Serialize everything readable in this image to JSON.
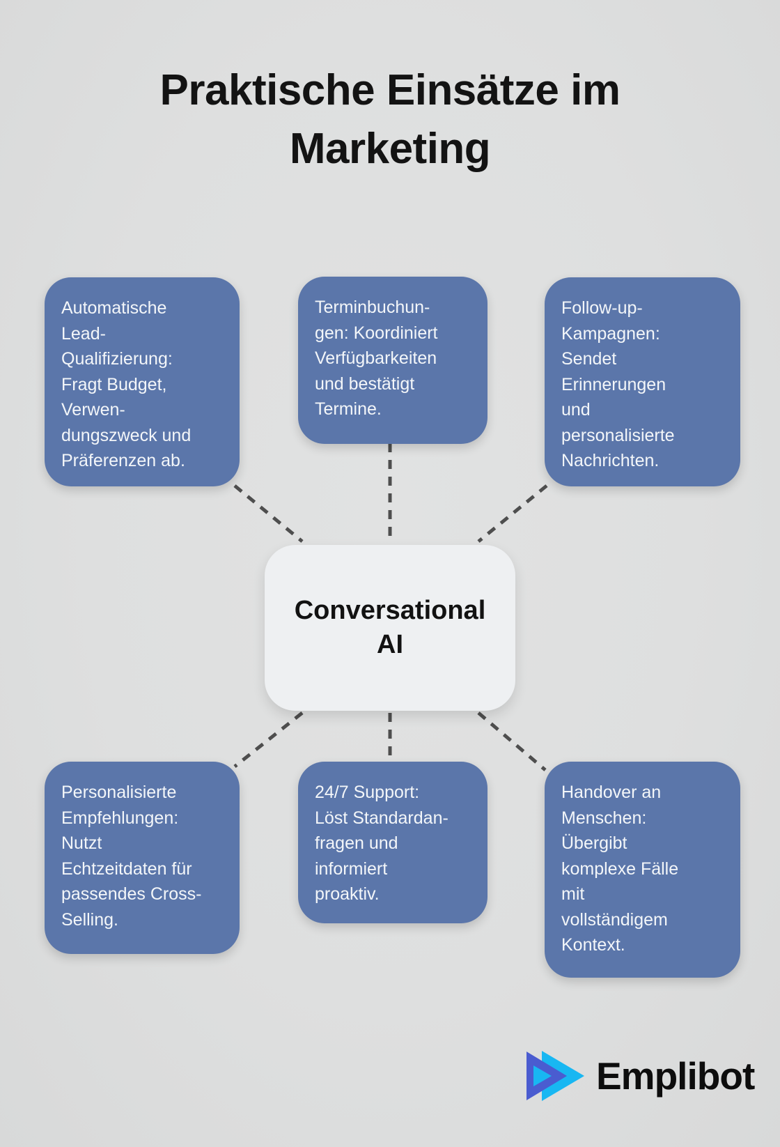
{
  "title": {
    "line1": "Praktische Einsätze im",
    "line2": "Marketing"
  },
  "center": {
    "line1": "Conversational",
    "line2": "AI"
  },
  "boxes": {
    "top_left": {
      "lines": [
        "Automatische",
        "Lead-",
        "Qualifizierung:",
        "Fragt Budget,",
        "Verwen-",
        "dungszweck und",
        "Präferenzen ab."
      ]
    },
    "top_middle": {
      "lines": [
        "Terminbuchun-",
        "gen: Koordiniert",
        "Verfügbarkeiten",
        "und bestätigt",
        "Termine."
      ]
    },
    "top_right": {
      "lines": [
        "Follow-up-",
        "Kampagnen:",
        "Sendet",
        "Erinnerungen",
        "und",
        "personalisierte",
        "Nachrichten."
      ]
    },
    "bottom_left": {
      "lines": [
        "Personalisierte",
        "Empfehlungen:",
        "Nutzt",
        "Echtzeitdaten für",
        "passendes Cross-",
        "Selling."
      ]
    },
    "bottom_middle": {
      "lines": [
        "24/7 Support:",
        "Löst Standardan-",
        "fragen und",
        "informiert",
        "proaktiv."
      ]
    },
    "bottom_right": {
      "lines": [
        "Handover an",
        "Menschen:",
        "Übergibt",
        "komplexe Fälle",
        "mit",
        "vollständigem",
        "Kontext."
      ]
    }
  },
  "logo": {
    "brand": "Emplibot"
  },
  "colors": {
    "background": "#dedfdf",
    "node_blue": "#5b76aa",
    "node_text": "#f3f6f9",
    "center_box": "#eef0f2",
    "connector": "#4e4e4e",
    "logo_indigo": "#4a5cd0",
    "logo_cyan": "#18b7f2",
    "title_text": "#131313"
  }
}
